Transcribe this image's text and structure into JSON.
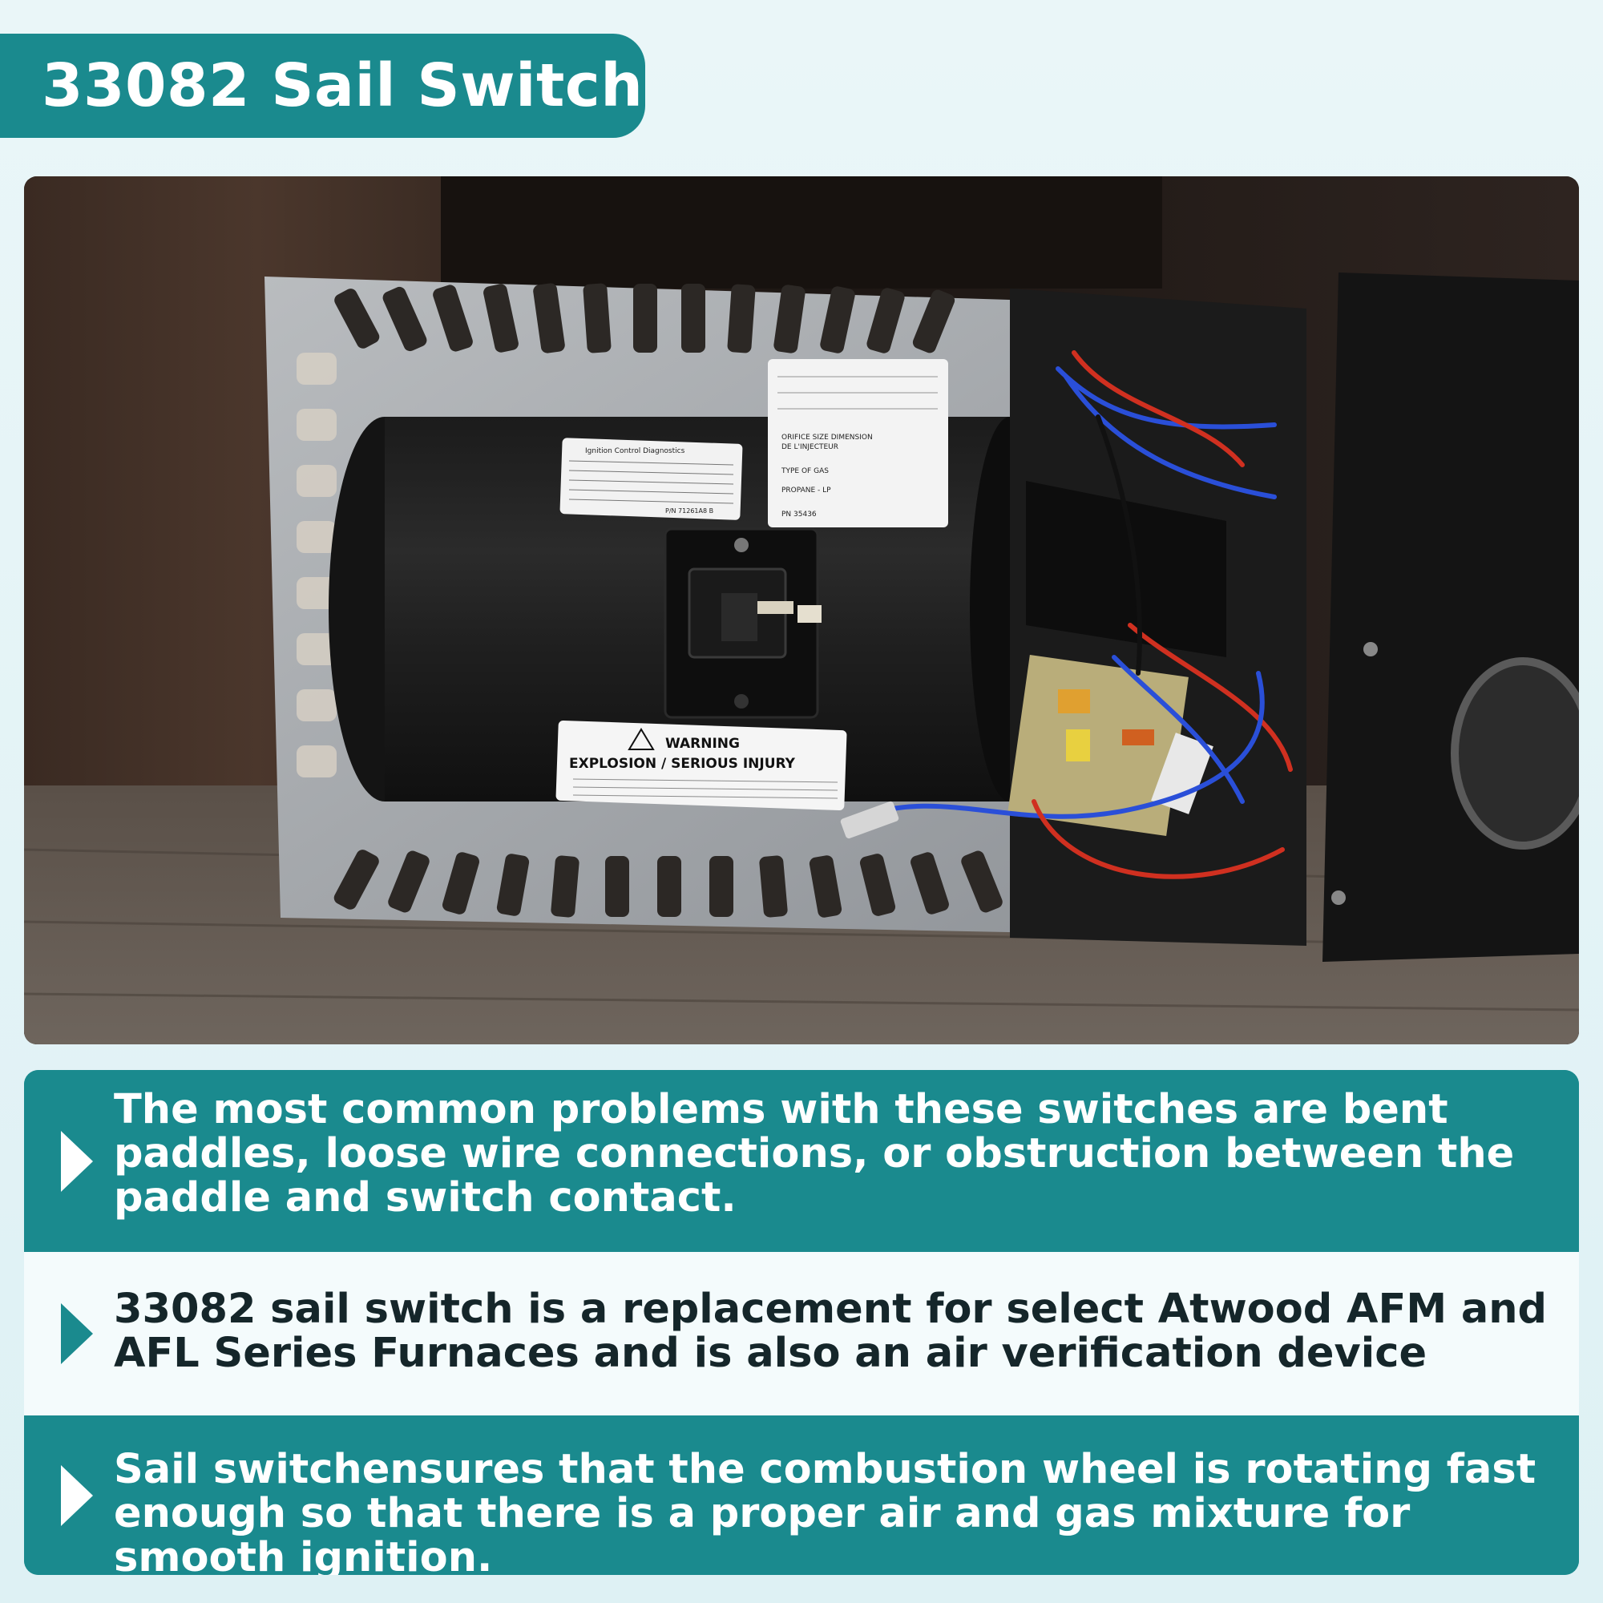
{
  "title": "33082 Sail Switch",
  "photo": {
    "subject": "furnace-blower-with-sail-switch",
    "label_small": {
      "line1": "Ignition Control Diagnostics",
      "line2": "P/N 71261A8 B"
    },
    "label_spec": {
      "line1": "ORIFICE SIZE DIMENSION",
      "line2": "DE L'INJECTEUR",
      "line3": "TYPE OF GAS",
      "line4": "PROPANE - LP",
      "line5": "PN 35436"
    },
    "label_warning": {
      "heading": "WARNING",
      "subheading": "EXPLOSION / SERIOUS INJURY"
    }
  },
  "info": {
    "items": [
      {
        "text": "The most common problems with these switches are bent paddles, loose wire connections, or obstruction between the paddle and switch contact."
      },
      {
        "text": "33082 sail switch is a replacement for select Atwood AFM and AFL Series Furnaces and is also an air verification device"
      },
      {
        "text": "Sail switchensures that the combustion wheel is rotating fast enough so that there is a proper air and gas mixture for smooth ignition."
      }
    ]
  },
  "colors": {
    "brand_teal": "#1a8a8e",
    "light_row": "#f4fbfc",
    "title_text": "#ffffff"
  }
}
